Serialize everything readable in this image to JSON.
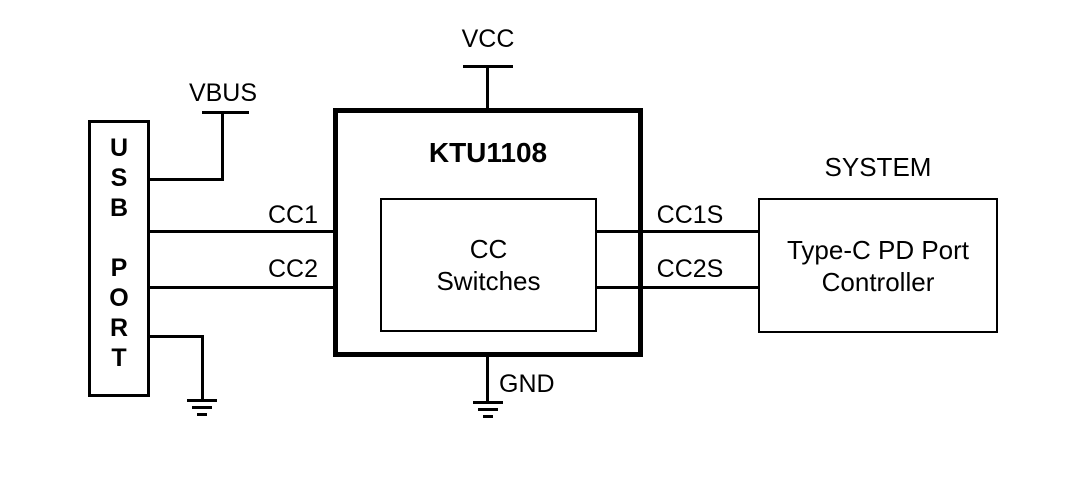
{
  "diagram": {
    "background": "#ffffff",
    "line_color": "#000000",
    "blocks": {
      "usb_port": {
        "label": "USB PORT",
        "display": "U\nS\nB\n\nP\nO\nR\nT"
      },
      "ktu1108": {
        "title": "KTU1108"
      },
      "cc_switches": {
        "label": "CC\nSwitches"
      },
      "controller": {
        "caption": "SYSTEM",
        "label": "Type-C PD Port\nController"
      }
    },
    "pins": {
      "vcc": "VCC",
      "vbus": "VBUS",
      "gnd": "GND",
      "cc1": "CC1",
      "cc2": "CC2",
      "cc1s": "CC1S",
      "cc2s": "CC2S"
    }
  }
}
